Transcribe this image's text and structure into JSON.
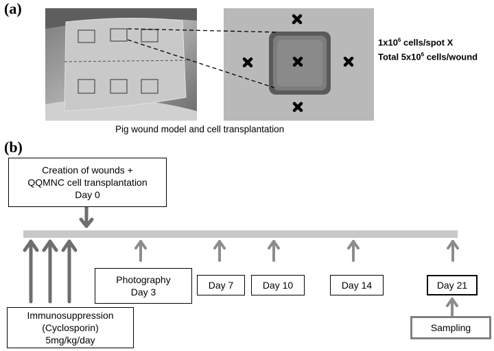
{
  "panel_a": {
    "label": "(a)",
    "info_line1_prefix": "1x10",
    "info_line1_exp": "6",
    "info_line1_suffix": " cells/spot X",
    "info_line2_prefix": "Total 5x10",
    "info_line2_exp": "6",
    "info_line2_suffix": " cells/wound",
    "caption": "Pig wound model and cell transplantation"
  },
  "panel_b": {
    "label": "(b)",
    "creation_box": [
      "Creation of wounds +",
      "QQMNC cell transplantation",
      "Day 0"
    ],
    "immuno_box": [
      "Immunosuppression",
      "(Cyclosporin)",
      "5mg/kg/day"
    ],
    "photography_box": [
      "Photography",
      "Day 3"
    ],
    "day7": "Day 7",
    "day10": "Day 10",
    "day14": "Day 14",
    "day21": "Day 21",
    "sampling": "Sampling"
  },
  "colors": {
    "timeline": "#c8c8c8",
    "arrow": "#8c8c8c",
    "dark_arrow": "#6e6e6e",
    "sampling_border": "#808080"
  }
}
